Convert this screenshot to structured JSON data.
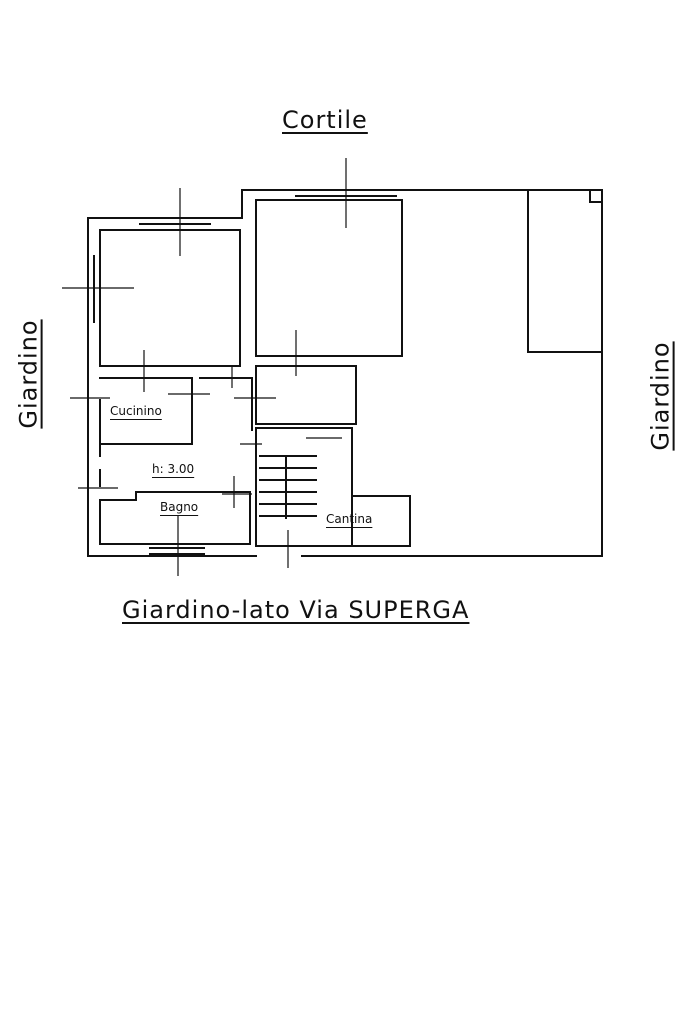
{
  "labels": {
    "top": "Cortile",
    "left": "Giardino",
    "right": "Giardino",
    "bottom": "Giardino-lato Via SUPERGA",
    "kitchenette": "Cucinino",
    "height": "h: 3.00",
    "bathroom": "Bagno",
    "cellar": "Cantina"
  }
}
